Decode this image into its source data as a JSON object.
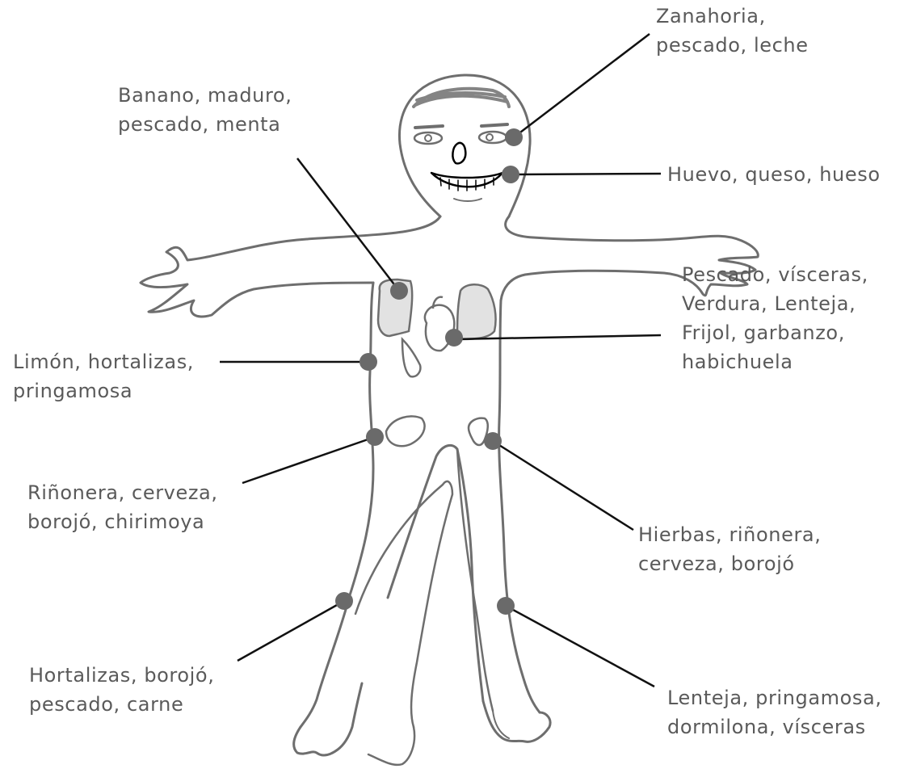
{
  "colors": {
    "outline": "#6e6e6e",
    "organ_fill": "#e2e2e2",
    "dot": "#6a6a6a",
    "leader": "#111111",
    "text": "#5a5a5a"
  },
  "labels": {
    "eyes": [
      "Zanahoria,",
      "pescado, leche"
    ],
    "jaw": [
      "Huevo, queso, hueso"
    ],
    "lungs": [
      "Banano, maduro,",
      "pescado, menta"
    ],
    "heart": [
      "Pescado, vísceras,",
      "Verdura, Lenteja,",
      "Frijol, garbanzo,",
      "habichuela"
    ],
    "liver": [
      "Limón, hortalizas,",
      "pringamosa"
    ],
    "kidney_right": [
      "Riñonera, cerveza,",
      "borojó, chirimoya"
    ],
    "kidney_left": [
      "Hierbas, riñonera,",
      "cerveza, borojó"
    ],
    "leg_right": [
      "Hortalizas, borojó,",
      "pescado, carne"
    ],
    "leg_left": [
      "Lenteja, pringamosa,",
      "dormilona, vísceras"
    ]
  }
}
